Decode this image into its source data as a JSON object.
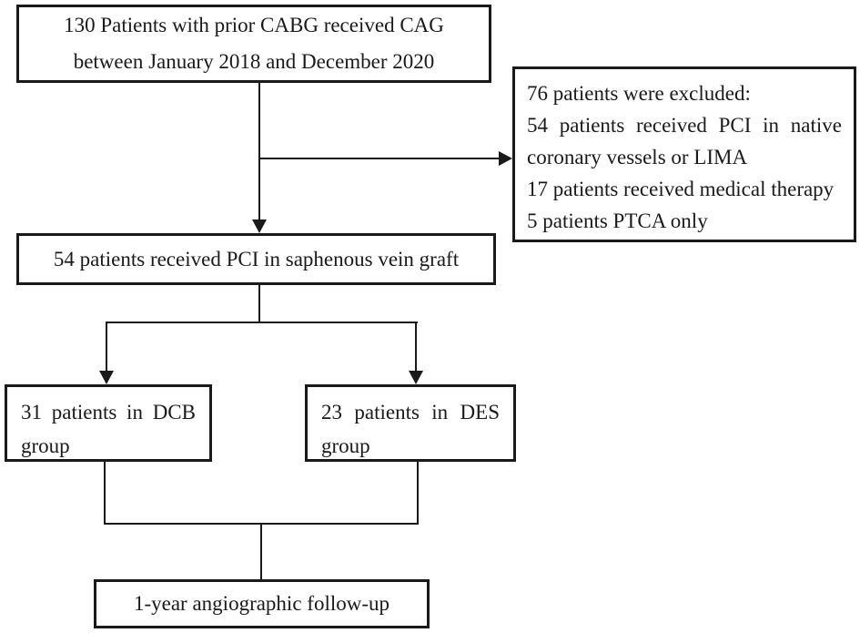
{
  "flowchart": {
    "colors": {
      "line": "#1a1a1a",
      "text": "#1a1a1a",
      "background": "#ffffff"
    },
    "enrollment_box": {
      "lines": [
        "130 Patients with prior CABG received CAG",
        "between January 2018 and December 2020"
      ]
    },
    "excluded_box": {
      "lines": [
        "76 patients were excluded:",
        "54 patients received PCI in native",
        "coronary vessels or LIMA",
        "17 patients received medical therapy",
        "5 patients PTCA only"
      ]
    },
    "svg_pci_box": {
      "lines": [
        "54 patients received PCI in saphenous vein graft"
      ]
    },
    "dcb_box": {
      "lines": [
        "31 patients in DCB",
        "group"
      ]
    },
    "des_box": {
      "lines": [
        "23 patients in DES",
        "group"
      ]
    },
    "followup_box": {
      "lines": [
        "1-year angiographic follow-up"
      ]
    }
  }
}
